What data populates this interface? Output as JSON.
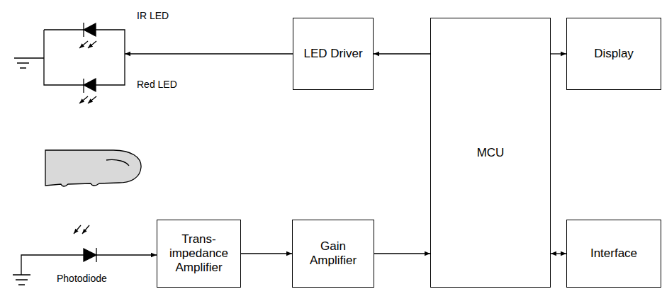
{
  "diagram": {
    "nodes": [
      {
        "text": [
          "LED Driver"
        ]
      },
      {
        "text": [
          "MCU"
        ]
      },
      {
        "text": [
          "Display"
        ]
      },
      {
        "text": [
          "Trans- impedance Amplifier"
        ]
      },
      {
        "text": [
          "Gain Amplifier"
        ]
      },
      {
        "text": [
          "Interface"
        ]
      }
    ],
    "edges": [
      {
        "from": 1,
        "to": 0,
        "arrow": "to"
      },
      {
        "from": 1,
        "to": 2,
        "arrow": "to"
      },
      {
        "from": 3,
        "to": 4,
        "arrow": "to"
      },
      {
        "from": 4,
        "to": 1,
        "arrow": "to"
      },
      {
        "from": 1,
        "to": 5,
        "arrow": "both"
      }
    ],
    "labels": [
      "IR LED",
      "Red LED",
      "Photodiode"
    ]
  }
}
